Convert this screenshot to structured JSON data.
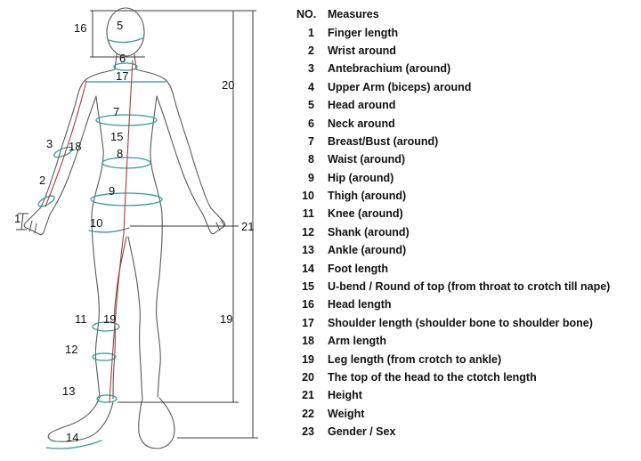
{
  "colors": {
    "teal": "#2E9E97",
    "red": "#B23A3A",
    "outline": "#5A5A5A",
    "dimension": "#3A3A3A"
  },
  "diagram": {
    "labels": [
      "16",
      "5",
      "6",
      "17",
      "7",
      "3",
      "18",
      "15",
      "8",
      "2",
      "9",
      "1",
      "10",
      "20",
      "21",
      "11",
      "19",
      "12",
      "13",
      "14",
      "19"
    ]
  },
  "legend": {
    "header": {
      "no": "NO.",
      "measures": "Measures"
    },
    "items": [
      {
        "no": "1",
        "label": "Finger length"
      },
      {
        "no": "2",
        "label": "Wrist around"
      },
      {
        "no": "3",
        "label": "Antebrachium (around)"
      },
      {
        "no": "4",
        "label": "Upper Arm (biceps) around"
      },
      {
        "no": "5",
        "label": "Head around"
      },
      {
        "no": "6",
        "label": "Neck around"
      },
      {
        "no": "7",
        "label": "Breast/Bust (around)"
      },
      {
        "no": "8",
        "label": "Waist (around)"
      },
      {
        "no": "9",
        "label": "Hip (around)"
      },
      {
        "no": "10",
        "label": "Thigh (around)"
      },
      {
        "no": "11",
        "label": "Knee (around)"
      },
      {
        "no": "12",
        "label": "Shank (around)"
      },
      {
        "no": "13",
        "label": "Ankle (around)"
      },
      {
        "no": "14",
        "label": "Foot length"
      },
      {
        "no": "15",
        "label": "U-bend / Round of top (from throat to crotch till nape)"
      },
      {
        "no": "16",
        "label": "Head length"
      },
      {
        "no": "17",
        "label": "Shoulder length (shoulder bone to shoulder bone)"
      },
      {
        "no": "18",
        "label": "Arm length"
      },
      {
        "no": "19",
        "label": "Leg length (from crotch to ankle)"
      },
      {
        "no": "20",
        "label": "The top of the head to the ctotch length"
      },
      {
        "no": "21",
        "label": "Height"
      },
      {
        "no": "22",
        "label": "Weight"
      },
      {
        "no": "23",
        "label": "Gender / Sex"
      }
    ]
  }
}
